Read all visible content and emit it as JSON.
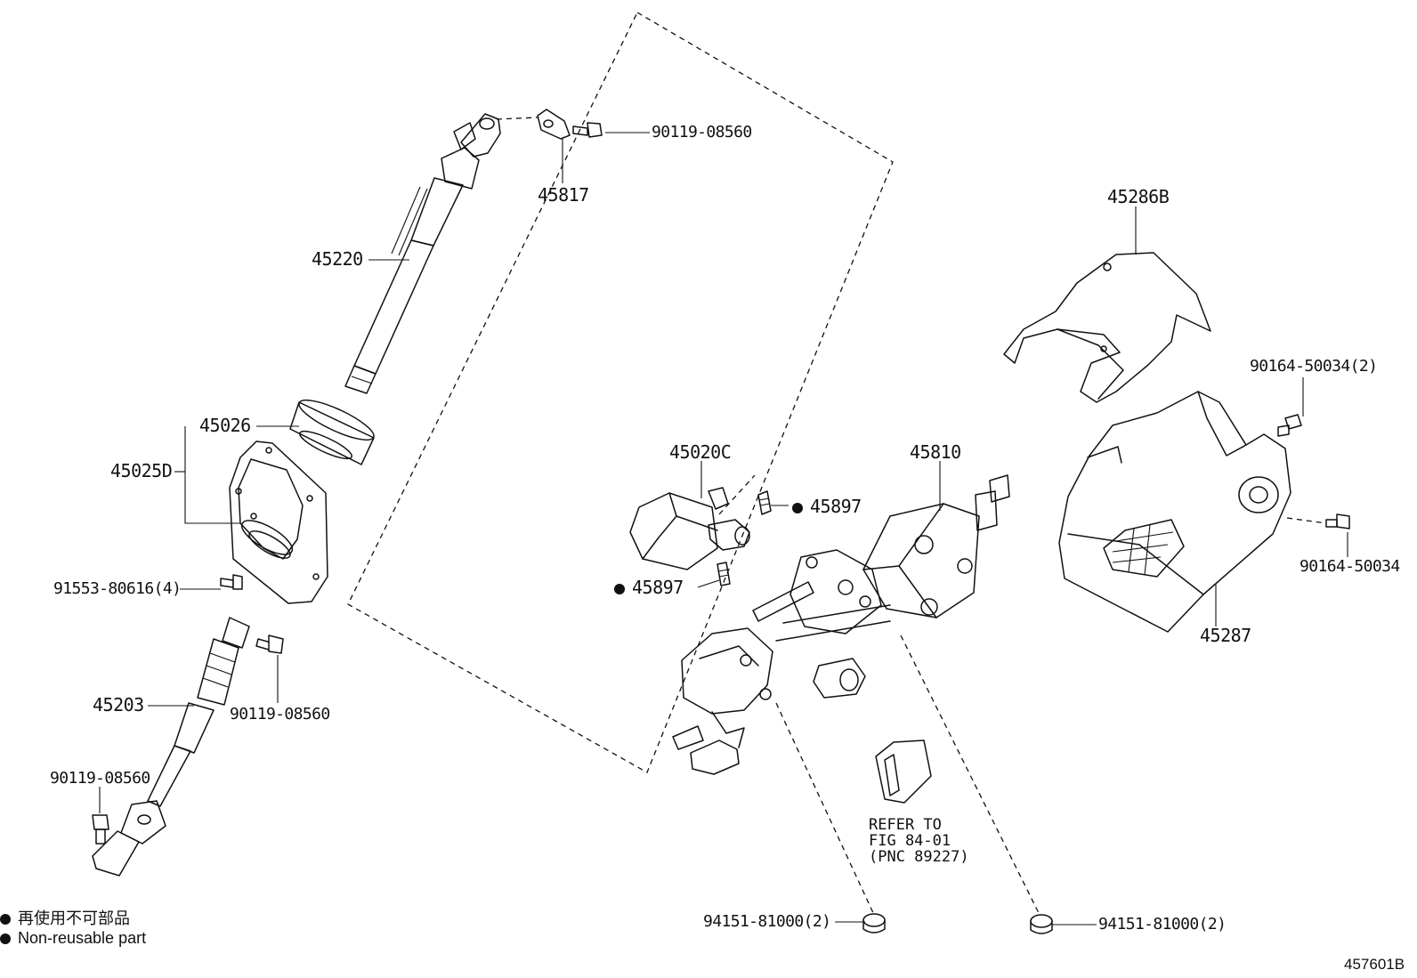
{
  "diagram_id": "457601B",
  "legend": {
    "japanese": "再使用不可部品",
    "english": "Non-reusable part"
  },
  "refer_note": {
    "line1": "REFER TO",
    "line2": "FIG 84-01",
    "line3": "(PNC 89227)"
  },
  "parts": {
    "p45220": "45220",
    "p45817": "45817",
    "b90119_top": "90119-08560",
    "p45026": "45026",
    "p45025D": "45025D",
    "b91553": "91553-80616(4)",
    "p45203": "45203",
    "b90119_mid": "90119-08560",
    "b90119_low": "90119-08560",
    "p45020C": "45020C",
    "p45897_upper": "45897",
    "p45897_lower": "45897",
    "p45810": "45810",
    "p45286B": "45286B",
    "b90164_2": "90164-50034(2)",
    "b90164": "90164-50034",
    "p45287": "45287",
    "n94151_left": "94151-81000(2)",
    "n94151_right": "94151-81000(2)"
  }
}
